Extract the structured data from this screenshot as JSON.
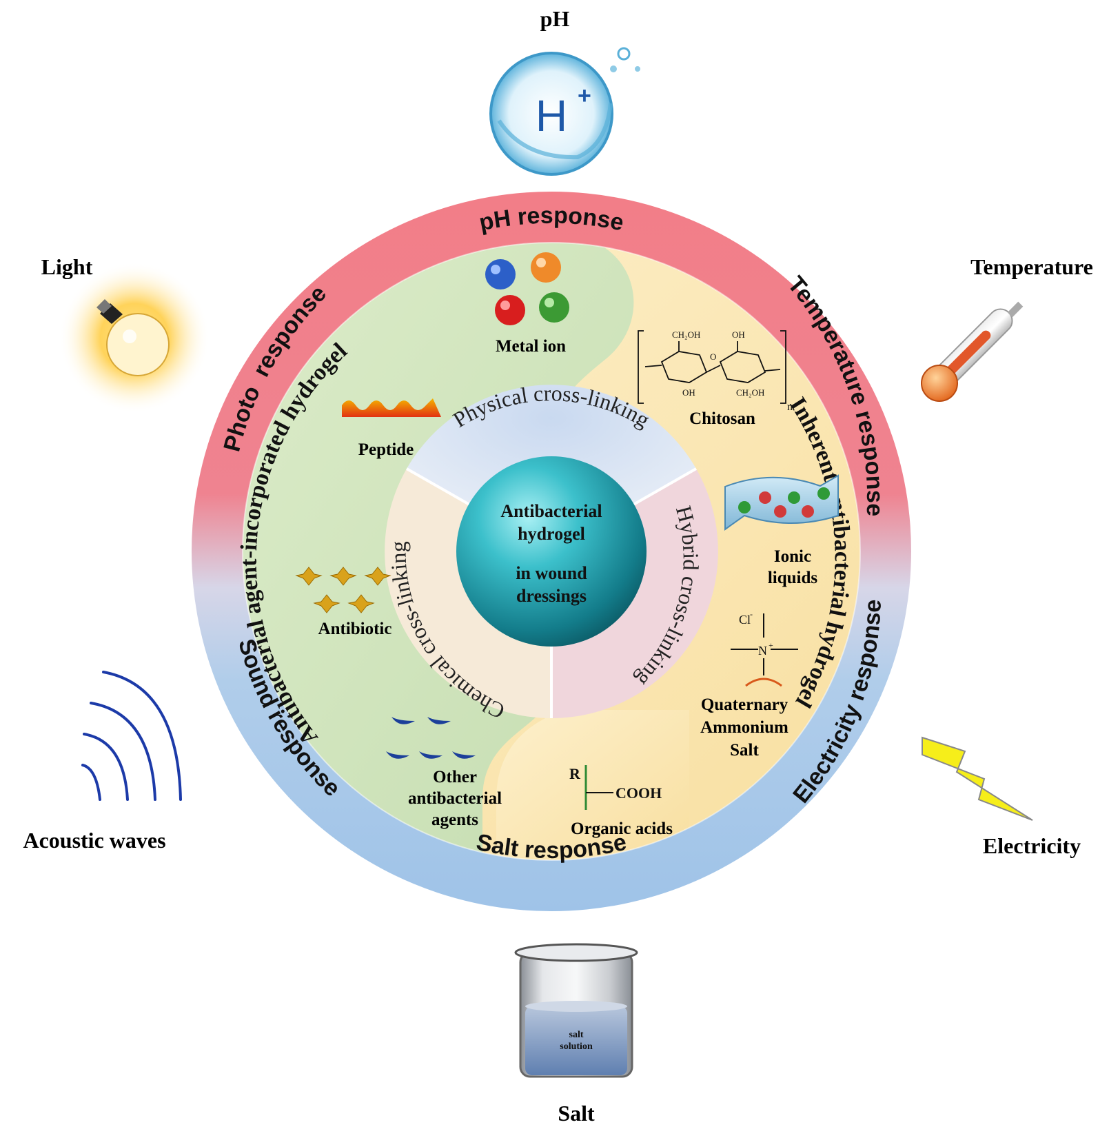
{
  "stimuli": {
    "ph": "pH",
    "light": "Light",
    "temperature": "Temperature",
    "acoustic": "Acoustic waves",
    "electricity": "Electricity",
    "salt": "Salt",
    "ion_symbol": "H",
    "ion_charge": "+",
    "salt_label_1": "salt",
    "salt_label_2": "solution"
  },
  "outer_ring": {
    "ph": "pH response",
    "temperature": "Temperature response",
    "electricity": "Electricity response",
    "salt": "Salt response",
    "sound": "Sound response",
    "photo": "Photo  response"
  },
  "middle_ring": {
    "agent": "Antibacterial agent-incorporated hydrogel",
    "inherent": "Inherent antibacterial hydrogel"
  },
  "inner_ring": {
    "physical": "Physical cross-linking",
    "hybrid": "Hybrid cross-linking",
    "chemical": "Chemical cross-linking"
  },
  "core": {
    "line1": "Antibacterial",
    "line2": "hydrogel",
    "line3": "in wound",
    "line4": "dressings"
  },
  "components": {
    "metal_ion": "Metal ion",
    "peptide": "Peptide",
    "antibiotic": "Antibiotic",
    "other_1": "Other",
    "other_2": "antibacterial",
    "other_3": "agents",
    "chitosan": "Chitosan",
    "ionic_1": "Ionic",
    "ionic_2": "liquids",
    "quat_1": "Quaternary",
    "quat_2": "Ammonium",
    "quat_3": "Salt",
    "organic": "Organic acids",
    "acid_r": "R",
    "acid_cooh": "COOH",
    "quat_cl": "Cl",
    "quat_cl_sup": "-",
    "quat_n": "N",
    "quat_n_sup": "+",
    "chitosan_ch2oh": "CH₂OH",
    "chitosan_oh": "OH",
    "chitosan_o": "O",
    "chitosan_n": "n"
  },
  "colors": {
    "ph_band": "#f07f8a",
    "salt_band": "#a9c9ea",
    "green_zone": "#cfe3bd",
    "yellow_zone": "#fbe8b3",
    "core": "#2aa7b4"
  }
}
